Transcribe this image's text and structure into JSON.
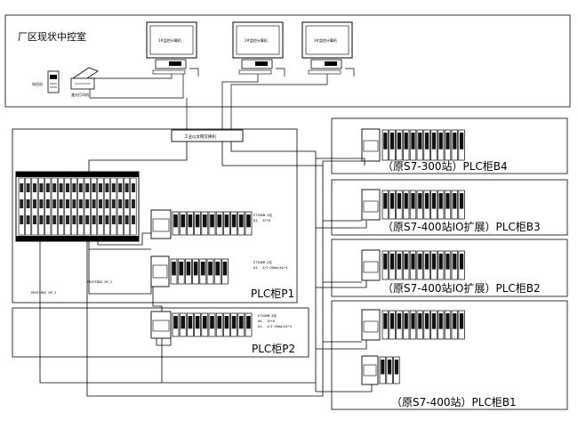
{
  "control_room": {
    "title": "厂区现状中控室"
  },
  "computers": [
    {
      "label": "1#监控计算机"
    },
    {
      "label": "2#监控计算机"
    },
    {
      "label": "3#监控计算机"
    }
  ],
  "peripherals": {
    "phone_label": "电话机",
    "printer_label": "激光打印机"
  },
  "switch": {
    "label": "工业以太网交换机"
  },
  "cabinets": {
    "p1": "PLC柜P1",
    "p2": "PLC柜P2",
    "b4": "（原S7-300站）PLC柜B4",
    "b3": "（原S7-400站IO扩展）PLC柜B3",
    "b2": "（原S7-400站IO扩展）PLC柜B2",
    "b1": "（原S7-400站）PLC柜B1"
  },
  "profibus": {
    "dp1": "PROFIBUS DP_1",
    "dp2": "PROFIBUS DP_2"
  },
  "station_notes": {
    "p1_top": [
      "ET200M-1站",
      "DI、 32*8"
    ],
    "p1_bottom": [
      "ET200M-2站",
      "DI、 4/1~20mA/AI*4"
    ],
    "p2": [
      "ET200M-3站",
      "DO、 32*8",
      "AI、 4/1~20mA/AI*4"
    ]
  }
}
